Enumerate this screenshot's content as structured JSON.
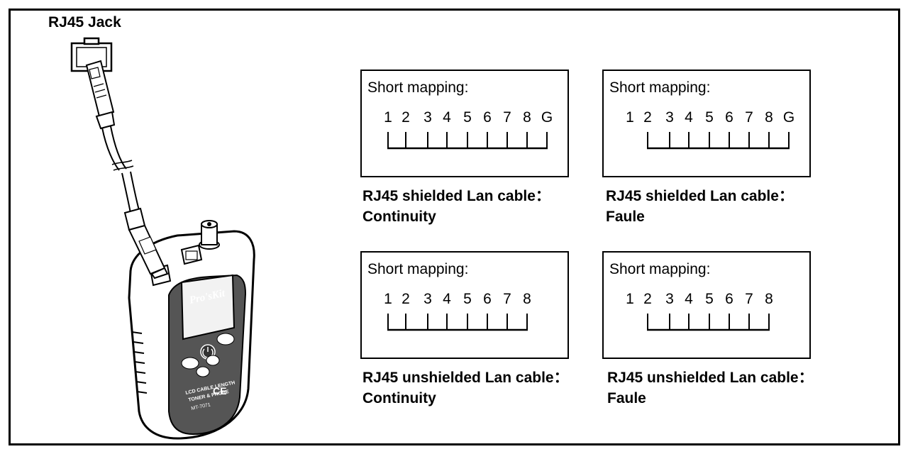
{
  "jack_label": "RJ45 Jack",
  "device_brand": "Pro'sKit",
  "device_model": "MT-7071",
  "colors": {
    "line": "#000000",
    "device_body": "#ffffff",
    "device_panel": "#555555",
    "screen": "#f2f2f2"
  },
  "panels": [
    {
      "title": "Short mapping:",
      "pins": [
        "1",
        "2",
        "3",
        "4",
        "5",
        "6",
        "7",
        "8",
        "G"
      ],
      "connected_from": "1",
      "caption_line1": "RJ45 shielded Lan cable：",
      "caption_line2": "Continuity"
    },
    {
      "title": "Short mapping:",
      "pins": [
        "1",
        "2",
        "3",
        "4",
        "5",
        "6",
        "7",
        "8",
        "G"
      ],
      "connected_from": "2",
      "caption_line1": "RJ45 shielded Lan cable：",
      "caption_line2": "Faule"
    },
    {
      "title": "Short mapping:",
      "pins": [
        "1",
        "2",
        "3",
        "4",
        "5",
        "6",
        "7",
        "8"
      ],
      "connected_from": "1",
      "caption_line1": "RJ45 unshielded Lan cable：",
      "caption_line2": "Continuity"
    },
    {
      "title": "Short mapping:",
      "pins": [
        "1",
        "2",
        "3",
        "4",
        "5",
        "6",
        "7",
        "8"
      ],
      "connected_from": "2",
      "caption_line1": "RJ45 unshielded Lan cable：",
      "caption_line2": "Faule"
    }
  ]
}
